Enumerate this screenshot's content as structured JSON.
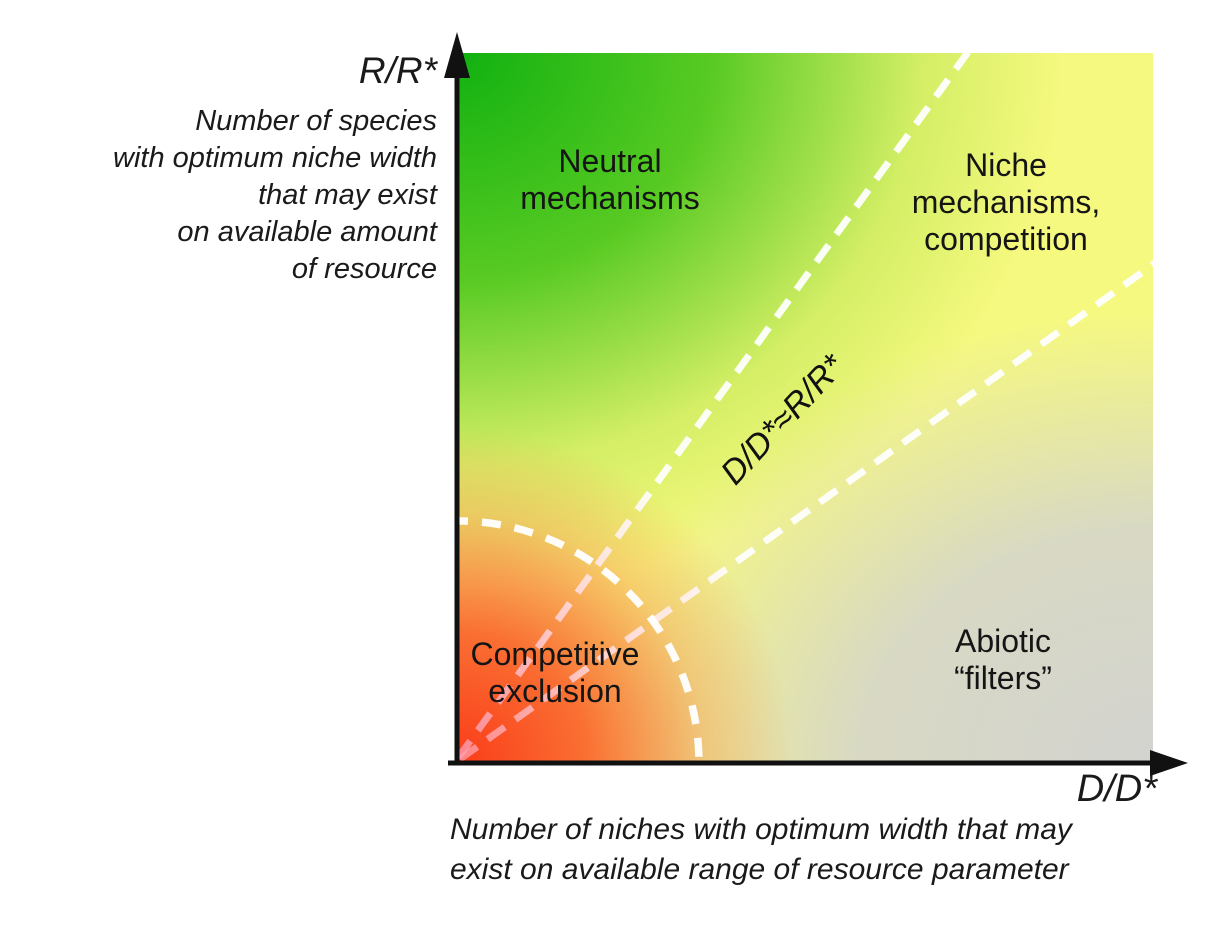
{
  "colors": {
    "green": "#10b110",
    "yellow": "#f6f97f",
    "red": "#fb3c19",
    "gray": "#d3d3d0",
    "axis": "#111111",
    "dash": "#ffffff"
  },
  "y_axis": {
    "symbol": "R/R*",
    "caption_lines": [
      "Number of species",
      "with optimum niche width",
      "that may exist",
      "on available amount",
      "of resource"
    ]
  },
  "x_axis": {
    "symbol": "D/D*",
    "caption_lines": [
      "Number of niches with optimum width that may",
      "exist on available range of resource parameter"
    ]
  },
  "regions": {
    "neutral": {
      "lines": [
        "Neutral",
        "mechanisms"
      ]
    },
    "niche": {
      "lines": [
        "Niche",
        "mechanisms,",
        "competition"
      ]
    },
    "competitive": {
      "lines": [
        "Competitive",
        "exclusion"
      ]
    },
    "abiotic": {
      "lines": [
        "Abiotic",
        "“filters”"
      ]
    }
  },
  "diagonal_label": "D/D*≈R/R*"
}
